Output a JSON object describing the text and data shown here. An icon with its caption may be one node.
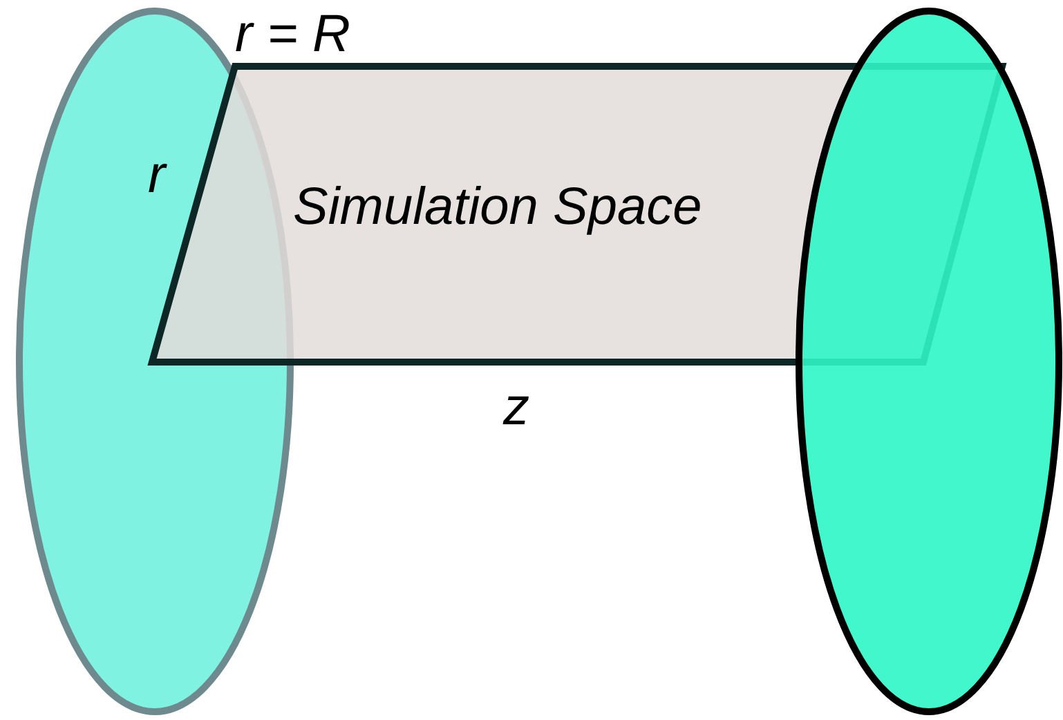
{
  "diagram": {
    "nodes": [
      {
        "text": [],
        "shape": "ellipse"
      },
      {
        "text": [
          "Simulation Space"
        ]
      },
      {
        "text": [],
        "shape": "ellipse"
      }
    ],
    "edges": [],
    "labels": [
      "r = R",
      "r",
      "z"
    ]
  }
}
